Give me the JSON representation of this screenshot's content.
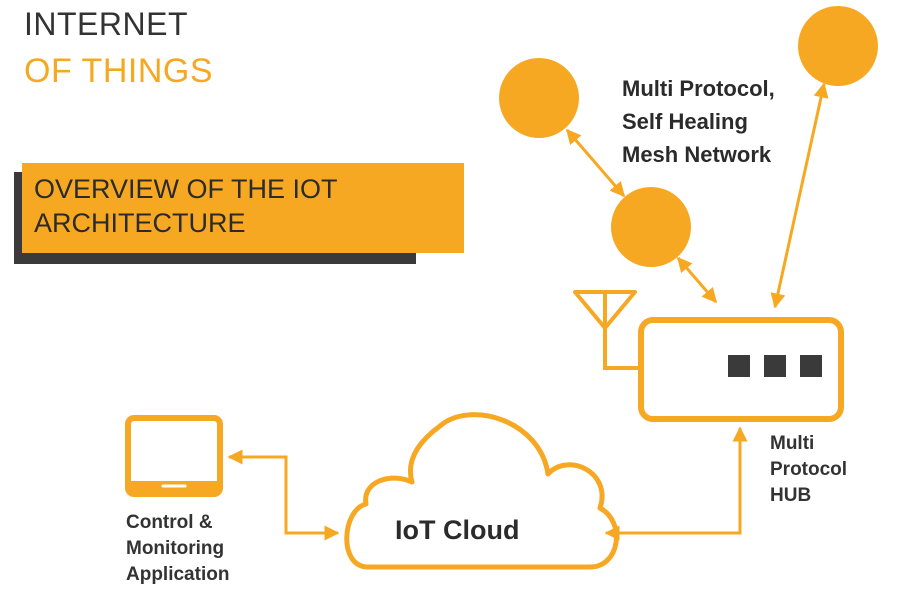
{
  "header": {
    "title_line1": "INTERNET",
    "title_line2": "OF THINGS"
  },
  "banner": {
    "line1": "OVERVIEW OF THE IOT",
    "line2": "ARCHITECTURE"
  },
  "nodes": {
    "mesh_network": {
      "line1": "Multi Protocol,",
      "line2": "Self Healing",
      "line3": "Mesh Network"
    },
    "hub": {
      "line1": "Multi",
      "line2": "Protocol",
      "line3": "HUB"
    },
    "cloud": {
      "label": "IoT Cloud"
    },
    "app": {
      "line1": "Control &",
      "line2": "Monitoring",
      "line3": "Application"
    }
  },
  "colors": {
    "accent": "#f7a823",
    "dark": "#333333",
    "shadow": "#3a3a3a"
  },
  "icons": [
    "antenna-icon",
    "tablet-icon",
    "cloud-icon",
    "hub-box-icon"
  ]
}
